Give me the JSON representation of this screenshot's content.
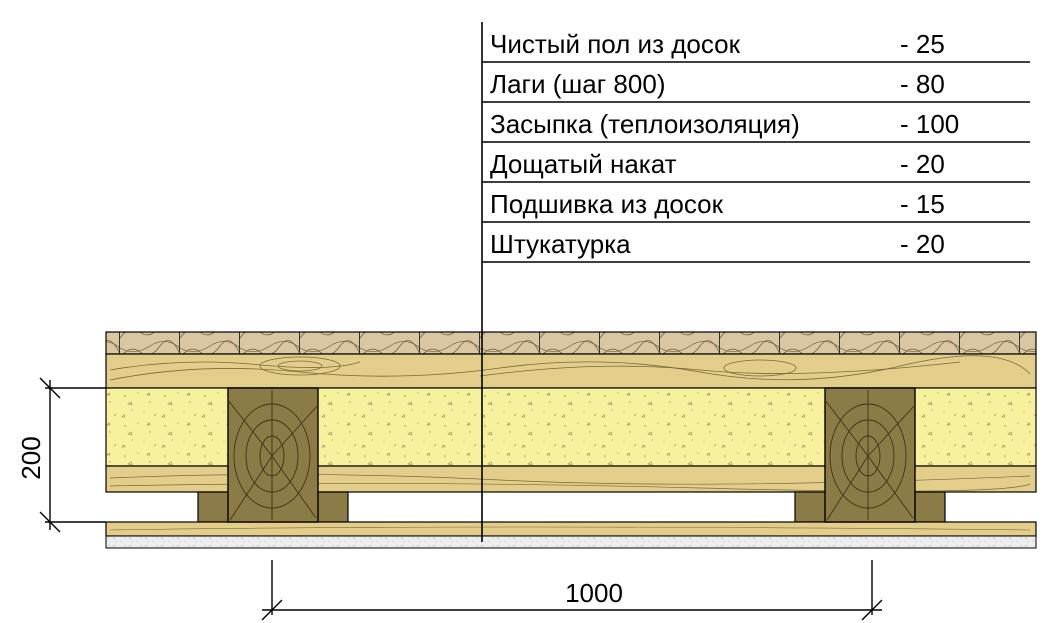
{
  "layers": [
    {
      "name": "Чистый пол из досок",
      "value": "- 25"
    },
    {
      "name": "Лаги (шаг 800)",
      "value": "- 80"
    },
    {
      "name": "Засыпка (теплоизоляция)",
      "value": "- 100"
    },
    {
      "name": "Дощатый накат",
      "value": "- 20"
    },
    {
      "name": "Подшивка из досок",
      "value": "- 15"
    },
    {
      "name": "Штукатурка",
      "value": "- 20"
    }
  ],
  "dimensions": {
    "height": "200",
    "spacing": "1000"
  },
  "colors": {
    "wood": "#e2cd8a",
    "wood_grain": "#7a6a3a",
    "beam": "#8b7b47",
    "beam_dark": "#5e5028",
    "insulation": "#f7f09c",
    "plaster": "#ebebeb",
    "top_board": "#d7c3a0",
    "line": "#000000"
  }
}
